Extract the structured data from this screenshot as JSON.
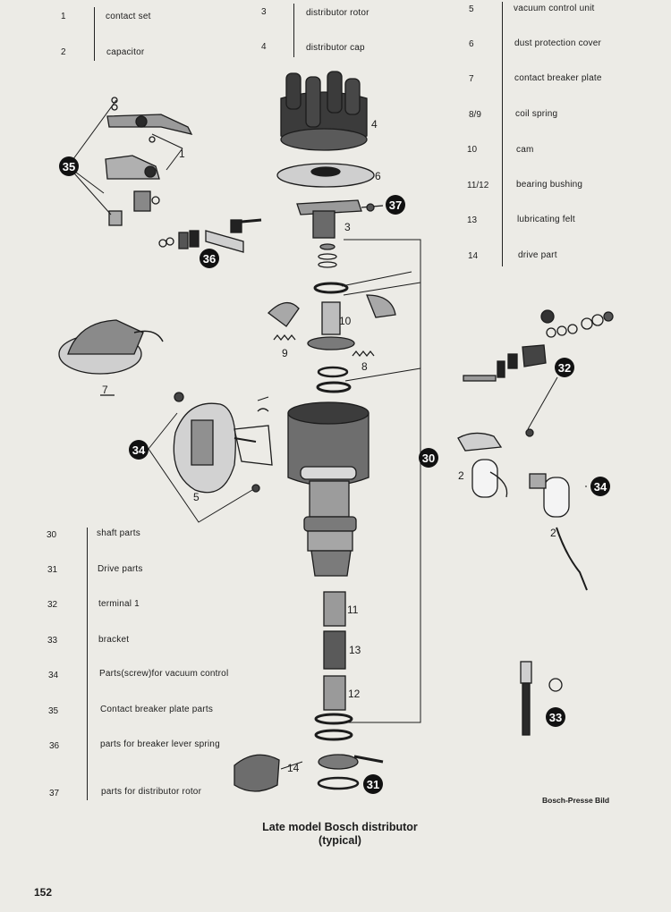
{
  "legend_top": [
    {
      "num": "1",
      "label": "contact set"
    },
    {
      "num": "2",
      "label": "capacitor"
    },
    {
      "num": "3",
      "label": "distributor rotor"
    },
    {
      "num": "4",
      "label": "distributor cap"
    },
    {
      "num": "5",
      "label": "vacuum control unit"
    },
    {
      "num": "6",
      "label": "dust protection cover"
    },
    {
      "num": "7",
      "label": "contact breaker plate"
    },
    {
      "num": "8/9",
      "label": "coil spring"
    },
    {
      "num": "10",
      "label": "cam"
    },
    {
      "num": "11/12",
      "label": "bearing bushing"
    },
    {
      "num": "13",
      "label": "lubricating felt"
    },
    {
      "num": "14",
      "label": "drive part"
    }
  ],
  "legend_bottom": [
    {
      "num": "30",
      "label": "shaft parts"
    },
    {
      "num": "31",
      "label": "Drive parts"
    },
    {
      "num": "32",
      "label": "terminal  1"
    },
    {
      "num": "33",
      "label": "bracket"
    },
    {
      "num": "34",
      "label": "Parts(screw)for vacuum control"
    },
    {
      "num": "35",
      "label": "Contact breaker plate parts"
    },
    {
      "num": "36",
      "label": "parts for breaker lever spring"
    },
    {
      "num": "37",
      "label": "parts for distributor rotor"
    }
  ],
  "callouts": [
    "4",
    "6",
    "3",
    "1",
    "10",
    "9",
    "8",
    "7",
    "5",
    "2",
    "2",
    "11",
    "13",
    "12",
    "14"
  ],
  "badges": [
    "35",
    "36",
    "37",
    "32",
    "34",
    "30",
    "34",
    "33",
    "31"
  ],
  "caption": {
    "line1": "Late model Bosch distributor",
    "line2": "(typical)"
  },
  "credit": "Bosch-Presse Bild",
  "page_number": "152"
}
